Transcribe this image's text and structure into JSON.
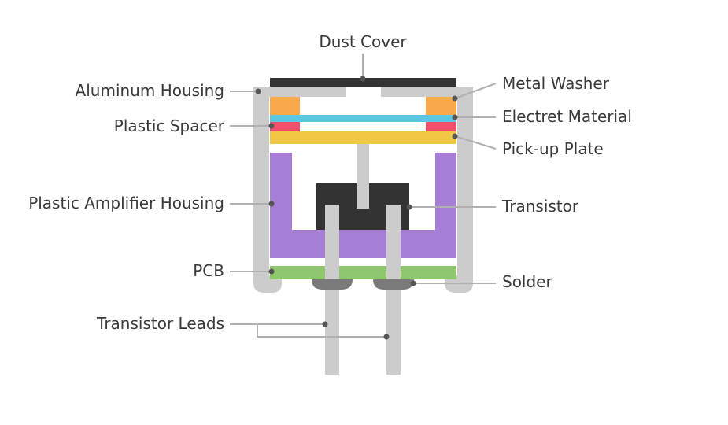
{
  "labels": {
    "dust_cover": "Dust Cover",
    "aluminum_housing": "Aluminum Housing",
    "plastic_spacer": "Plastic Spacer",
    "plastic_amplifier_housing": "Plastic Amplifier Housing",
    "pcb": "PCB",
    "transistor_leads": "Transistor Leads",
    "metal_washer": "Metal Washer",
    "electret_material": "Electret Material",
    "pickup_plate": "Pick-up Plate",
    "transistor": "Transistor",
    "solder": "Solder"
  },
  "colors": {
    "housing": "#cccccc",
    "dust_cover": "#333333",
    "metal_washer": "#f9a94a",
    "electret": "#5bc8e2",
    "spacer": "#f0506a",
    "pickup_plate": "#f1c744",
    "amplifier_housing": "#a67ed6",
    "transistor": "#333333",
    "pcb": "#8fc66e",
    "solder": "#7a7a7a",
    "leads": "#cccccc"
  }
}
